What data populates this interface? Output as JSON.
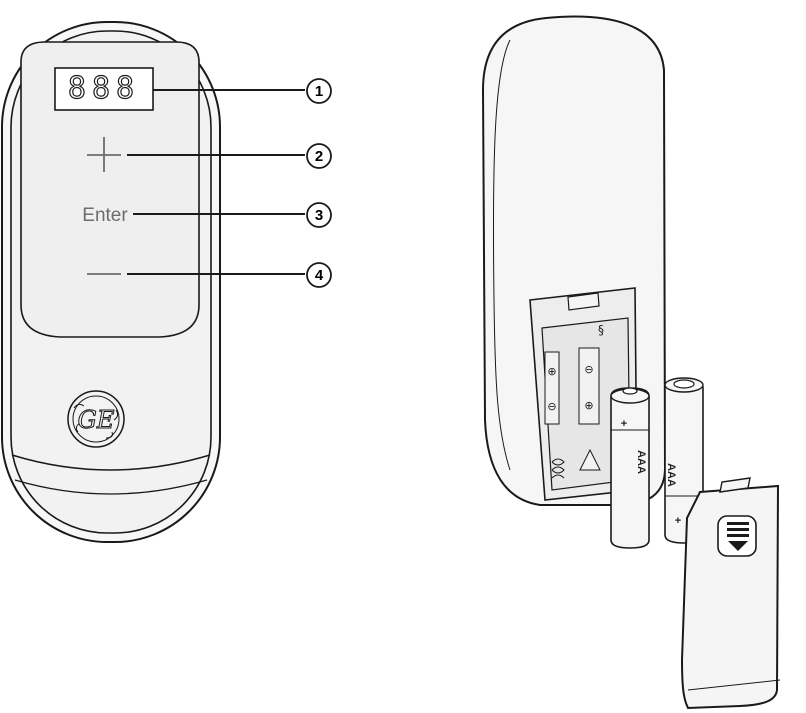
{
  "front_remote": {
    "display_digits": "888",
    "plus_symbol": "+",
    "enter_label": "Enter",
    "minus_symbol": "—",
    "logo_text": "GE"
  },
  "callouts": [
    {
      "number": "1",
      "target": "display"
    },
    {
      "number": "2",
      "target": "plus-button"
    },
    {
      "number": "3",
      "target": "enter-button"
    },
    {
      "number": "4",
      "target": "minus-button"
    }
  ],
  "batteries": [
    {
      "polarity": "+",
      "size_label": "AAA"
    },
    {
      "polarity": "+",
      "size_label": "AAA"
    }
  ],
  "compartment": {
    "terminal_plus": "⊕",
    "terminal_minus": "⊖"
  },
  "colors": {
    "outline": "#1a1a1a",
    "device_fill": "#f4f4f4",
    "display_fill": "#eeeeee",
    "gray_text": "#6d6d6d"
  }
}
